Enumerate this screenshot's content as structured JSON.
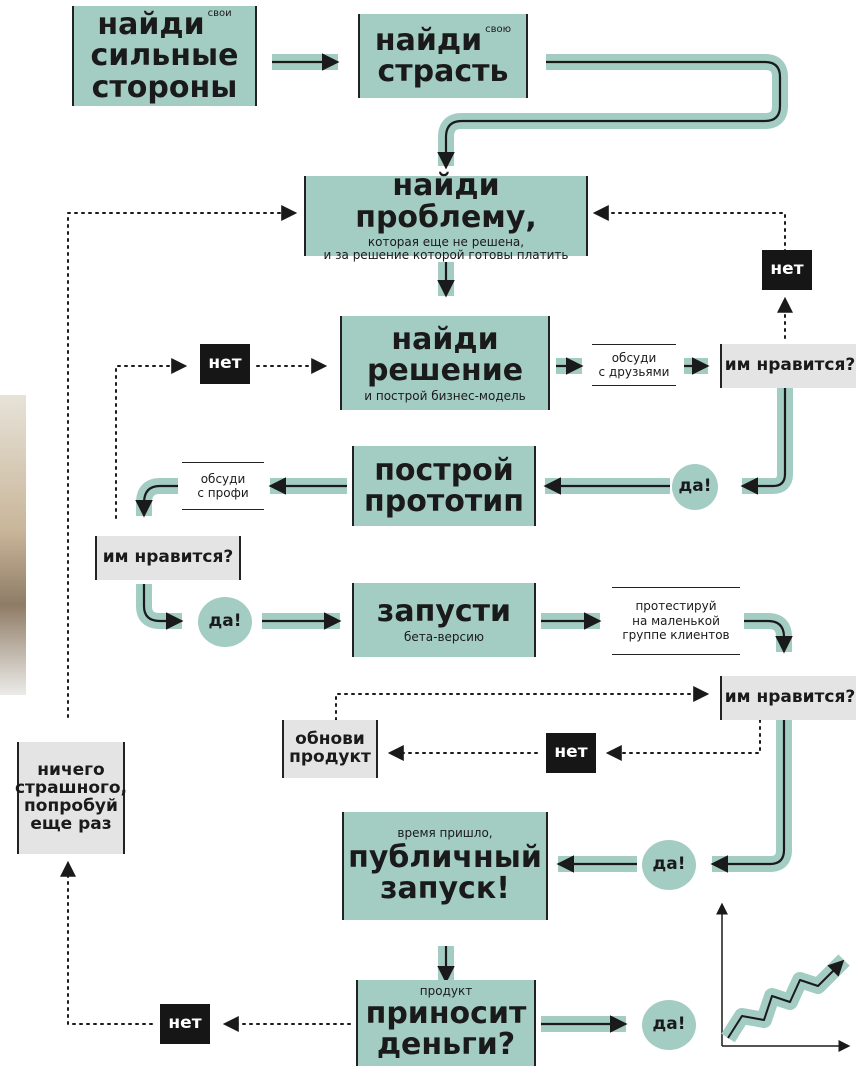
{
  "colors": {
    "teal": "#a3ccc2",
    "grey": "#e4e4e4",
    "black": "#161616"
  },
  "steps": {
    "strengths": {
      "main": "найди",
      "sub": "свои",
      "line2": "сильные",
      "line3": "стороны"
    },
    "passion": {
      "main": "найди",
      "sub": "свою",
      "line2": "страсть"
    },
    "problem": {
      "title": "найди проблему,",
      "line2": "которая еще не решена,",
      "line3": "и за решение которой готовы платить"
    },
    "solution": {
      "line1": "найди",
      "line2": "решение",
      "line3": "и построй бизнес-модель"
    },
    "prototype": {
      "line1": "построй",
      "line2": "прототип"
    },
    "launch": {
      "line1": "запусти",
      "line2": "бета-версию"
    },
    "public": {
      "line1": "время пришло,",
      "line2": "публичный",
      "line3": "запуск!"
    },
    "money": {
      "line1": "продукт",
      "line2": "приносит",
      "line3": "деньги?"
    },
    "update": {
      "line1": "обнови",
      "line2": "продукт"
    },
    "retry": {
      "line1": "ничего",
      "line2": "страшного,",
      "line3": "попробуй",
      "line4": "еще раз"
    }
  },
  "questions": {
    "likes": "им нравится?"
  },
  "answers": {
    "no": "нет",
    "yes": "да!"
  },
  "notes": {
    "friends": {
      "line1": "обсуди",
      "line2": "с друзьями"
    },
    "pros": {
      "line1": "обсуди",
      "line2": "с профи"
    },
    "test": {
      "line1": "протестируй",
      "line2": "на маленькой",
      "line3": "группе клиентов"
    }
  },
  "growth_chart_icon": "rising-arrow-chart-icon"
}
